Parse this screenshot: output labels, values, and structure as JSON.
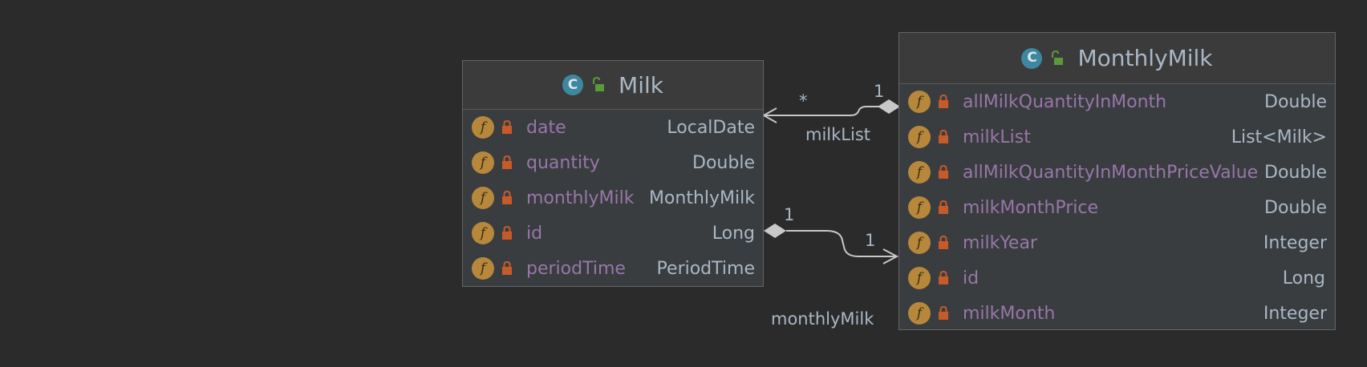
{
  "classes": {
    "milk": {
      "title": "Milk",
      "class_icon": "class-icon",
      "visibility_icon": "unlocked-icon",
      "fields": [
        {
          "name": "date",
          "type": "LocalDate"
        },
        {
          "name": "quantity",
          "type": "Double"
        },
        {
          "name": "monthlyMilk",
          "type": "MonthlyMilk"
        },
        {
          "name": "id",
          "type": "Long"
        },
        {
          "name": "periodTime",
          "type": "PeriodTime"
        }
      ]
    },
    "monthlyMilk": {
      "title": "MonthlyMilk",
      "class_icon": "class-icon",
      "visibility_icon": "unlocked-icon",
      "fields": [
        {
          "name": "allMilkQuantityInMonth",
          "type": "Double"
        },
        {
          "name": "milkList",
          "type": "List<Milk>"
        },
        {
          "name": "allMilkQuantityInMonthPriceValue",
          "type": "Double"
        },
        {
          "name": "milkMonthPrice",
          "type": "Double"
        },
        {
          "name": "milkYear",
          "type": "Integer"
        },
        {
          "name": "id",
          "type": "Long"
        },
        {
          "name": "milkMonth",
          "type": "Integer"
        }
      ]
    }
  },
  "badges": {
    "class_letter": "C",
    "field_letter": "f"
  },
  "edges": {
    "milkList": {
      "label": "milkList",
      "source_mult": "*",
      "target_mult": "1"
    },
    "monthlyMilk": {
      "label": "monthlyMilk",
      "source_mult": "1",
      "target_mult": "1"
    }
  },
  "colors": {
    "background": "#2b2b2b",
    "class_badge": "#3d88a0",
    "field_badge": "#b7883b",
    "lock": "#c75a2a",
    "unlock": "#5a9a3a",
    "field_name": "#9876aa",
    "text": "#a9b7c6"
  }
}
